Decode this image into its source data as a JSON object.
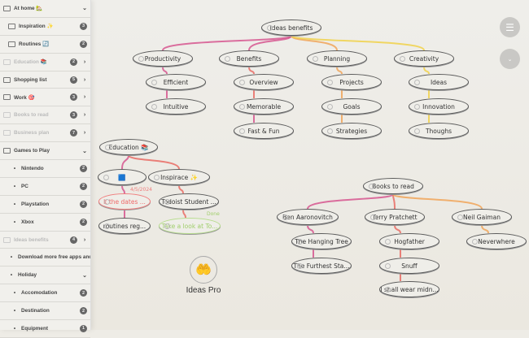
{
  "sidebar": {
    "items": [
      {
        "label": "At home 🏡",
        "chev": "⌄"
      },
      {
        "label": "Inspiration ✨",
        "badge": "3"
      },
      {
        "label": "Routines 🔄",
        "badge": "2"
      },
      {
        "label": "Education 📚",
        "badge": "2",
        "chev": "›"
      },
      {
        "label": "Shopping list",
        "badge": "5",
        "chev": "›"
      },
      {
        "label": "Work 🎯",
        "badge": "3",
        "chev": "›"
      },
      {
        "label": "Books to read",
        "badge": "3",
        "chev": "›"
      },
      {
        "label": "Business plan",
        "badge": "7",
        "chev": "›"
      },
      {
        "label": "Games to Play",
        "chev": "⌄"
      },
      {
        "label": "Nintendo",
        "badge": "2"
      },
      {
        "label": "PC",
        "badge": "2"
      },
      {
        "label": "Playstation",
        "badge": "2"
      },
      {
        "label": "Xbox",
        "badge": "2"
      },
      {
        "label": "Ideas benefits",
        "badge": "4",
        "chev": "›"
      },
      {
        "label": "Download more free apps and plu"
      },
      {
        "label": "Holiday",
        "chev": "⌄"
      },
      {
        "label": "Accomodation",
        "badge": "2"
      },
      {
        "label": "Destination",
        "badge": "2"
      },
      {
        "label": "Equipment",
        "badge": "1"
      }
    ]
  },
  "map": {
    "ideas": {
      "root": "Ideas benefits",
      "l1": [
        "Productivity",
        "Benefits",
        "Planning",
        "Creativity"
      ],
      "l2": [
        "Efficient",
        "Overview",
        "Projects",
        "Ideas"
      ],
      "l3": [
        "Intuitive",
        "Memorable",
        "Goals",
        "Innovation"
      ],
      "l4": [
        "Fast & Fun",
        "Strategies",
        "Thoughs"
      ]
    },
    "education": {
      "root": "Education 📚",
      "inspirace": "Inspirace ✨",
      "todoist": "Todoist Student ...",
      "take_look": "Take a look at To...",
      "check_dates": "k the dates ...",
      "routines": "routines reg...",
      "partial": "🟦",
      "date": "4/5/2024",
      "done": "Done"
    },
    "books": {
      "root": "Books to read",
      "authors": [
        "Ben Aaronovitch",
        "Terry Pratchett",
        "Neil Gaiman"
      ],
      "row2": [
        "The Hanging Tree",
        "Hogfather",
        "Neverwhere"
      ],
      "row3": [
        "The Furthest Sta...",
        "Snuff"
      ],
      "row4": "I shall wear midn..."
    }
  },
  "logo": {
    "name": "Ideas Pro"
  },
  "colors": {
    "pink": "#d44c8a",
    "red": "#e8645c",
    "orange": "#f0a050",
    "yellow": "#f0d040"
  }
}
